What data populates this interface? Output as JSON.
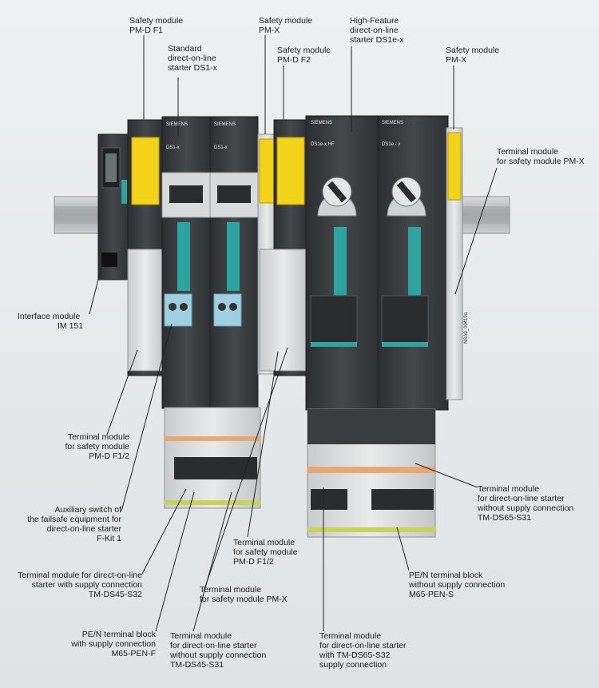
{
  "labels": {
    "pmd_f1": [
      "Safety module",
      "PM-D F1"
    ],
    "ds1x": [
      "Standard",
      "direct-on-line",
      "starter DS1-x"
    ],
    "pmx_top": [
      "Safety module",
      "PM-X"
    ],
    "pmd_f2": [
      "Safety module",
      "PM-D F2"
    ],
    "ds1ex": [
      "High-Feature",
      "direct-on-line",
      "starter DS1e-x"
    ],
    "pmx_right": [
      "Safety module",
      "PM-X"
    ],
    "tm_pmx_right": [
      "Terminal module",
      "for safety module PM-X"
    ],
    "im151": [
      "Interface module",
      "IM 151"
    ],
    "tm_pmd_left": [
      "Terminal module",
      "for safety module",
      "PM-D F1/2"
    ],
    "aux_switch": [
      "Auxiliary switch of",
      "the failsafe equipment for",
      "direct-on-line starter",
      "F-Kit 1"
    ],
    "tm_ds45_s32": [
      "Terminal module for direct-on-line",
      "starter with supply connection",
      "TM-DS45-S32"
    ],
    "pen_f": [
      "PE/N terminal block",
      "with supply connection",
      "M65-PEN-F"
    ],
    "tm_ds45_s31": [
      "Terminal module",
      "for direct-on-line starter",
      "without supply connection",
      "TM-DS45-S31"
    ],
    "tm_pmd_mid": [
      "Terminal module",
      "for safety module",
      "PM-D F1/2"
    ],
    "tm_pmx_mid": [
      "Terminal module",
      "for safety module PM-X"
    ],
    "tm_ds65_s32": [
      "Terminal module",
      "for direct-on-line starter",
      "with TM-DS65-S32",
      "supply connection"
    ],
    "pen_s": [
      "PE/N terminal block",
      "without supply connection",
      "M65-PEN-S"
    ],
    "tm_ds65_s31": [
      "Terminal module",
      "for direct-on-line starter",
      "without supply connection",
      "TM-DS65-S31"
    ]
  },
  "device_text": {
    "siemens": "SIEMENS",
    "ds1x": "DS1-x",
    "ds1ex_hf": "DS1e-x HF",
    "ds1ex": "DS1e - x",
    "doc_id": "NSA0_00419a"
  },
  "colors": {
    "safety_yellow": "#f2d21a",
    "teal": "#2fa3a0",
    "module_dark": "#3a3d40",
    "rail": "#b9bcbe"
  }
}
